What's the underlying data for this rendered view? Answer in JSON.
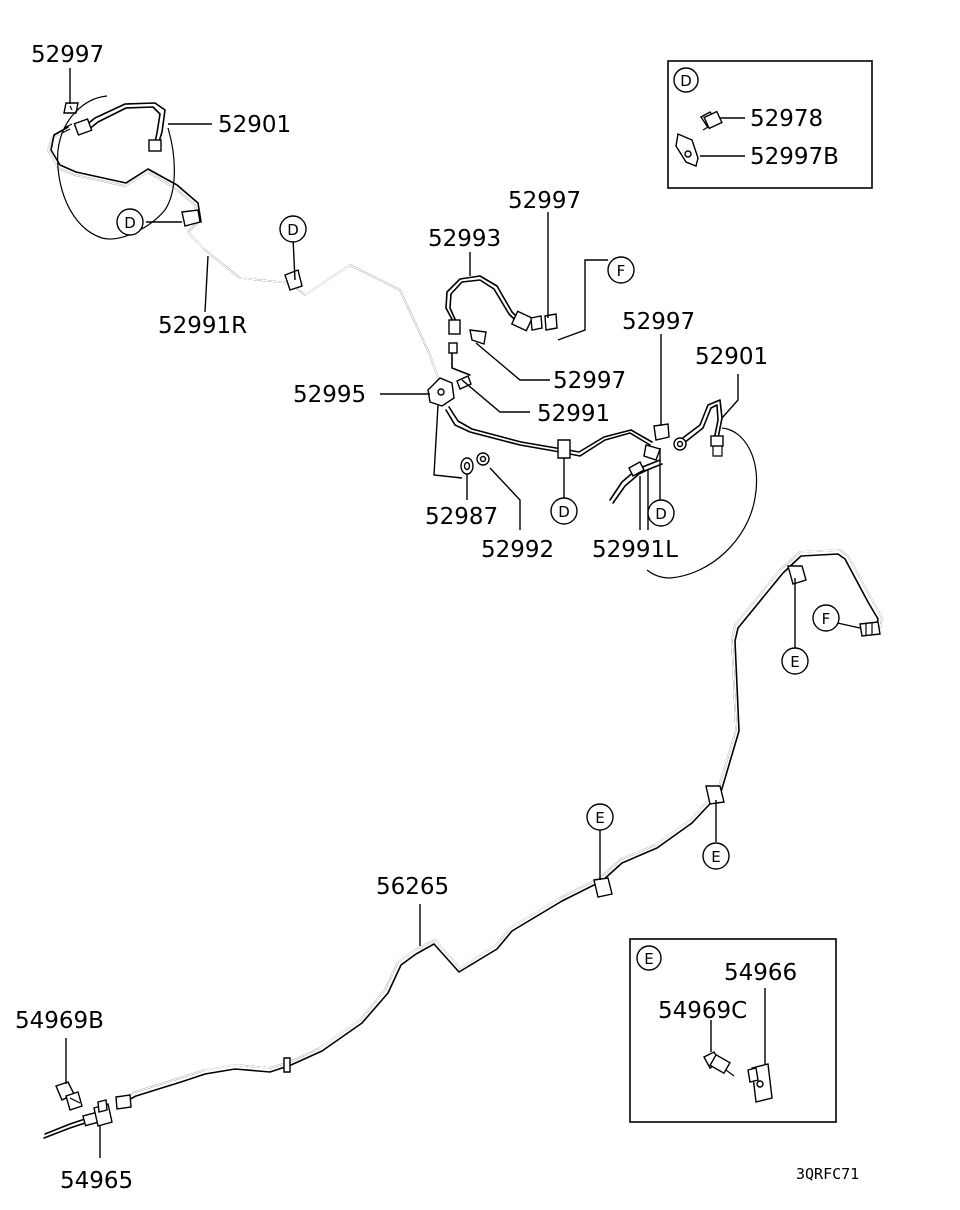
{
  "labels": {
    "p52997_top": "52997",
    "p52901_top": "52901",
    "p52991R": "52991R",
    "p52993": "52993",
    "p52997_mid": "52997",
    "p52997_mid2": "52997",
    "p52995": "52995",
    "p52991": "52991",
    "p52997_right": "52997",
    "p52901_right": "52901",
    "p52987": "52987",
    "p52992": "52992",
    "p52991L": "52991L",
    "p56265": "56265",
    "p54969B": "54969B",
    "p54965": "54965"
  },
  "callouts": {
    "D": "D",
    "E": "E",
    "F": "F"
  },
  "detail_d": {
    "tag": "D",
    "part_a": "52978",
    "part_b": "52997B"
  },
  "detail_e": {
    "tag": "E",
    "part_a": "54966",
    "part_b": "54969C"
  },
  "diagram_code": "3QRFC71"
}
